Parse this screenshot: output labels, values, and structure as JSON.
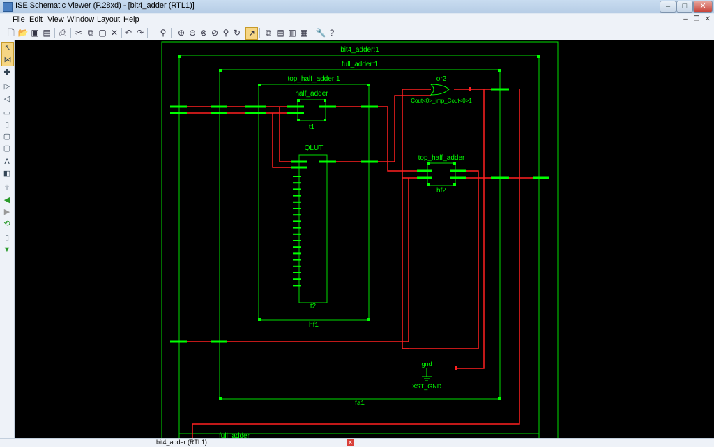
{
  "window": {
    "title": "ISE Schematic Viewer (P.28xd) - [bit4_adder (RTL1)]",
    "minimize": "–",
    "maximize": "□",
    "close": "✕"
  },
  "menu": {
    "items": [
      "File",
      "Edit",
      "View",
      "Window",
      "Layout",
      "Help"
    ]
  },
  "mdi": {
    "minimize": "–",
    "restore": "❐",
    "close": "✕"
  },
  "toolbar": {
    "buttons": [
      "new-icon",
      "open-icon",
      "save-icon",
      "save-all-icon",
      "print-icon",
      "cut-icon",
      "copy-icon",
      "paste-icon",
      "delete-icon",
      "undo-icon",
      "redo-icon",
      "find-icon",
      "zoom-in-icon",
      "zoom-out-icon",
      "zoom-full-icon",
      "zoom-area-icon",
      "zoom-select-icon",
      "refresh-icon",
      "select-mode-icon",
      "cascade-icon",
      "tile-h-icon",
      "tile-v-icon",
      "settings-icon",
      "help-icon"
    ]
  },
  "schematic": {
    "blocks": {
      "outer": "bit4_adder:1",
      "full_adder_1": "full_adder:1",
      "top_half_adder_1": "top_half_adder:1",
      "half_adder": "half_adder",
      "t1": "t1",
      "qlut": "QLUT",
      "t2": "t2",
      "hf1": "hf1",
      "or2": "or2",
      "cout_label": "Cout<0>_imp_Cout<0>1",
      "top_half_adder": "top_half_adder",
      "hf2": "hf2",
      "gnd": "gnd",
      "xst_gnd": "XST_GND",
      "fa1": "fa1",
      "full_adder_2": "full_adder"
    }
  },
  "tabs": {
    "active": "bit4_adder (RTL1)",
    "close": "✕"
  },
  "colors": {
    "wire": "#ff1a1a",
    "border": "#00dd00",
    "background": "#000000",
    "label": "#00ff00"
  }
}
